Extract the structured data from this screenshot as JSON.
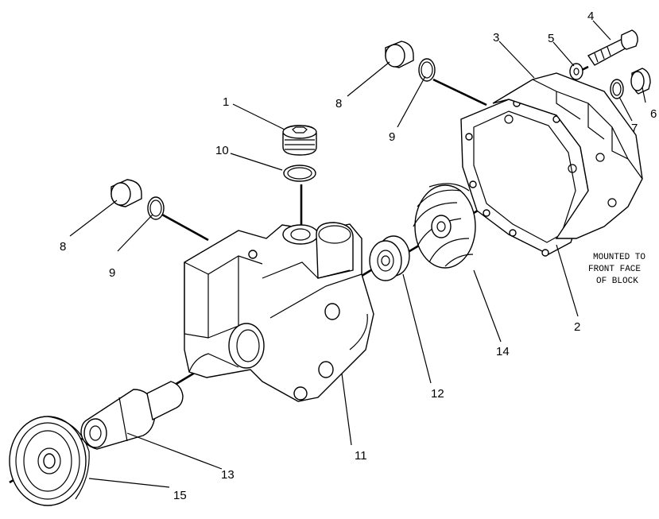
{
  "callouts": {
    "c1": "1",
    "c2": "2",
    "c3": "3",
    "c4": "4",
    "c5": "5",
    "c6": "6",
    "c7": "7",
    "c8a": "8",
    "c8b": "8",
    "c9a": "9",
    "c9b": "9",
    "c10": "10",
    "c11": "11",
    "c12": "12",
    "c13": "13",
    "c14": "14",
    "c15": "15"
  },
  "note": {
    "line1": "MOUNTED TO",
    "line2": "FRONT FACE",
    "line3": "OF BLOCK"
  }
}
